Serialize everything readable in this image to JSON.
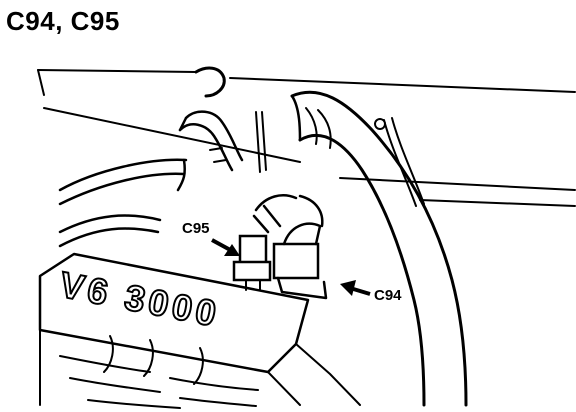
{
  "title": "C94, C95",
  "callouts": {
    "c95": "C95",
    "c94": "C94"
  },
  "engine_cover_text": "V6 3000",
  "colors": {
    "ink": "#000000",
    "paper": "#ffffff"
  }
}
